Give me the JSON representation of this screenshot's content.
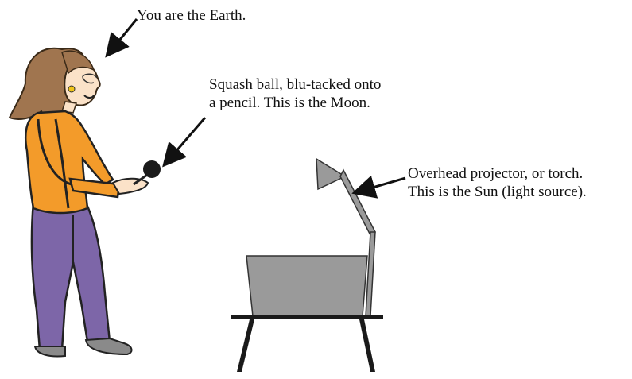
{
  "labels": {
    "earth": "You are the Earth.",
    "moon_line1": "Squash ball, blu-tacked onto",
    "moon_line2": "a pencil.  This is the Moon.",
    "sun_line1": "Overhead projector, or torch.",
    "sun_line2": "This is the Sun (light source)."
  },
  "colors": {
    "cardigan": "#f39b2a",
    "trousers": "#7d66a8",
    "hair": "#a0754f",
    "skin": "#fbe2c8",
    "shoes": "#8a8a8a",
    "projector": "#9a9a9a",
    "table": "#1a1a1a",
    "ink": "#111111"
  }
}
